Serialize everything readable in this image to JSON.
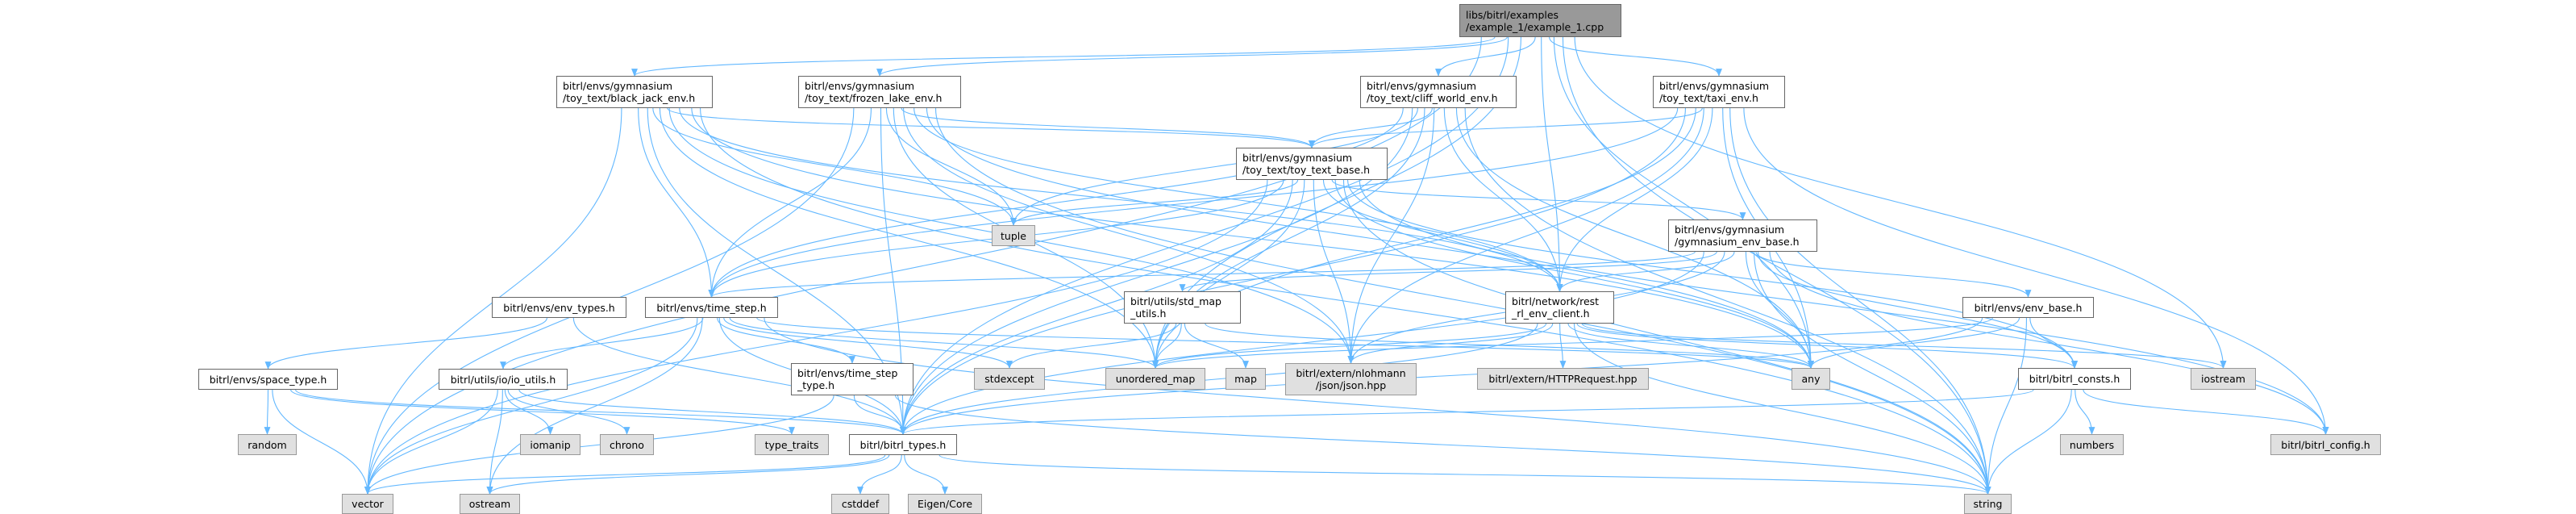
{
  "graph": {
    "title": "Include dependency graph for example_1.cpp",
    "colors": {
      "edge": "#63b8ff",
      "root_fill": "#999999",
      "internal_fill": "#ffffff",
      "external_fill": "#e0e0e0"
    },
    "nodes": [
      {
        "id": "example",
        "label": "libs/bitrl/examples\n/example_1/example_1.cpp",
        "kind": "root"
      },
      {
        "id": "black_jack",
        "label": "bitrl/envs/gymnasium\n/toy_text/black_jack_env.h",
        "kind": "internal"
      },
      {
        "id": "frozen_lake",
        "label": "bitrl/envs/gymnasium\n/toy_text/frozen_lake_env.h",
        "kind": "internal"
      },
      {
        "id": "cliff_world",
        "label": "bitrl/envs/gymnasium\n/toy_text/cliff_world_env.h",
        "kind": "internal"
      },
      {
        "id": "taxi",
        "label": "bitrl/envs/gymnasium\n/toy_text/taxi_env.h",
        "kind": "internal"
      },
      {
        "id": "toy_text_base",
        "label": "bitrl/envs/gymnasium\n/toy_text/toy_text_base.h",
        "kind": "internal"
      },
      {
        "id": "tuple",
        "label": "tuple",
        "kind": "external"
      },
      {
        "id": "gym_env_base",
        "label": "bitrl/envs/gymnasium\n/gymnasium_env_base.h",
        "kind": "internal"
      },
      {
        "id": "env_types",
        "label": "bitrl/envs/env_types.h",
        "kind": "internal"
      },
      {
        "id": "time_step",
        "label": "bitrl/envs/time_step.h",
        "kind": "internal"
      },
      {
        "id": "std_map_utils",
        "label": "bitrl/utils/std_map\n_utils.h",
        "kind": "internal"
      },
      {
        "id": "rl_env_client",
        "label": "bitrl/network/rest\n_rl_env_client.h",
        "kind": "internal"
      },
      {
        "id": "env_base",
        "label": "bitrl/envs/env_base.h",
        "kind": "internal"
      },
      {
        "id": "space_type",
        "label": "bitrl/envs/space_type.h",
        "kind": "internal"
      },
      {
        "id": "io_utils",
        "label": "bitrl/utils/io/io_utils.h",
        "kind": "internal"
      },
      {
        "id": "time_step_type",
        "label": "bitrl/envs/time_step\n_type.h",
        "kind": "internal"
      },
      {
        "id": "stdexcept",
        "label": "stdexcept",
        "kind": "external"
      },
      {
        "id": "unordered_map",
        "label": "unordered_map",
        "kind": "external"
      },
      {
        "id": "map",
        "label": "map",
        "kind": "external"
      },
      {
        "id": "json",
        "label": "bitrl/extern/nlohmann\n/json/json.hpp",
        "kind": "external"
      },
      {
        "id": "http",
        "label": "bitrl/extern/HTTPRequest.hpp",
        "kind": "external"
      },
      {
        "id": "any",
        "label": "any",
        "kind": "external"
      },
      {
        "id": "bitrl_consts",
        "label": "bitrl/bitrl_consts.h",
        "kind": "internal"
      },
      {
        "id": "iostream",
        "label": "iostream",
        "kind": "external"
      },
      {
        "id": "random",
        "label": "random",
        "kind": "external"
      },
      {
        "id": "iomanip",
        "label": "iomanip",
        "kind": "external"
      },
      {
        "id": "chrono",
        "label": "chrono",
        "kind": "external"
      },
      {
        "id": "type_traits",
        "label": "type_traits",
        "kind": "external"
      },
      {
        "id": "bitrl_types",
        "label": "bitrl/bitrl_types.h",
        "kind": "internal"
      },
      {
        "id": "numbers",
        "label": "numbers",
        "kind": "external"
      },
      {
        "id": "bitrl_config",
        "label": "bitrl/bitrl_config.h",
        "kind": "external"
      },
      {
        "id": "vector",
        "label": "vector",
        "kind": "external"
      },
      {
        "id": "ostream",
        "label": "ostream",
        "kind": "external"
      },
      {
        "id": "cstddef",
        "label": "cstddef",
        "kind": "external"
      },
      {
        "id": "eigen",
        "label": "Eigen/Core",
        "kind": "external"
      },
      {
        "id": "string",
        "label": "string",
        "kind": "external"
      }
    ],
    "edges": [
      [
        "example",
        "black_jack"
      ],
      [
        "example",
        "frozen_lake"
      ],
      [
        "example",
        "cliff_world"
      ],
      [
        "example",
        "taxi"
      ],
      [
        "example",
        "rl_env_client"
      ],
      [
        "example",
        "any"
      ],
      [
        "example",
        "iostream"
      ],
      [
        "example",
        "string"
      ],
      [
        "example",
        "bitrl_types"
      ],
      [
        "example",
        "unordered_map"
      ],
      [
        "example",
        "vector"
      ],
      [
        "black_jack",
        "toy_text_base"
      ],
      [
        "black_jack",
        "time_step"
      ],
      [
        "black_jack",
        "tuple"
      ],
      [
        "black_jack",
        "vector"
      ],
      [
        "black_jack",
        "string"
      ],
      [
        "black_jack",
        "bitrl_types"
      ],
      [
        "black_jack",
        "unordered_map"
      ],
      [
        "black_jack",
        "json"
      ],
      [
        "black_jack",
        "any"
      ],
      [
        "black_jack",
        "rl_env_client"
      ],
      [
        "frozen_lake",
        "toy_text_base"
      ],
      [
        "frozen_lake",
        "time_step"
      ],
      [
        "frozen_lake",
        "tuple"
      ],
      [
        "frozen_lake",
        "vector"
      ],
      [
        "frozen_lake",
        "string"
      ],
      [
        "frozen_lake",
        "bitrl_types"
      ],
      [
        "frozen_lake",
        "unordered_map"
      ],
      [
        "frozen_lake",
        "json"
      ],
      [
        "frozen_lake",
        "any"
      ],
      [
        "frozen_lake",
        "rl_env_client"
      ],
      [
        "cliff_world",
        "toy_text_base"
      ],
      [
        "cliff_world",
        "time_step"
      ],
      [
        "cliff_world",
        "tuple"
      ],
      [
        "cliff_world",
        "json"
      ],
      [
        "cliff_world",
        "rl_env_client"
      ],
      [
        "cliff_world",
        "any"
      ],
      [
        "cliff_world",
        "string"
      ],
      [
        "cliff_world",
        "unordered_map"
      ],
      [
        "cliff_world",
        "bitrl_types"
      ],
      [
        "taxi",
        "toy_text_base"
      ],
      [
        "taxi",
        "rl_env_client"
      ],
      [
        "taxi",
        "any"
      ],
      [
        "taxi",
        "json"
      ],
      [
        "taxi",
        "string"
      ],
      [
        "taxi",
        "bitrl_config"
      ],
      [
        "taxi",
        "bitrl_types"
      ],
      [
        "taxi",
        "unordered_map"
      ],
      [
        "taxi",
        "time_step"
      ],
      [
        "toy_text_base",
        "gym_env_base"
      ],
      [
        "toy_text_base",
        "rl_env_client"
      ],
      [
        "toy_text_base",
        "tuple"
      ],
      [
        "toy_text_base",
        "json"
      ],
      [
        "toy_text_base",
        "unordered_map"
      ],
      [
        "toy_text_base",
        "time_step"
      ],
      [
        "toy_text_base",
        "any"
      ],
      [
        "toy_text_base",
        "string"
      ],
      [
        "toy_text_base",
        "bitrl_config"
      ],
      [
        "toy_text_base",
        "bitrl_types"
      ],
      [
        "toy_text_base",
        "bitrl_consts"
      ],
      [
        "toy_text_base",
        "vector"
      ],
      [
        "gym_env_base",
        "env_base"
      ],
      [
        "gym_env_base",
        "rl_env_client"
      ],
      [
        "gym_env_base",
        "std_map_utils"
      ],
      [
        "gym_env_base",
        "any"
      ],
      [
        "gym_env_base",
        "json"
      ],
      [
        "gym_env_base",
        "bitrl_types"
      ],
      [
        "gym_env_base",
        "string"
      ],
      [
        "gym_env_base",
        "bitrl_config"
      ],
      [
        "gym_env_base",
        "bitrl_consts"
      ],
      [
        "gym_env_base",
        "time_step"
      ],
      [
        "rl_env_client",
        "http"
      ],
      [
        "rl_env_client",
        "json"
      ],
      [
        "rl_env_client",
        "any"
      ],
      [
        "rl_env_client",
        "string"
      ],
      [
        "rl_env_client",
        "bitrl_types"
      ],
      [
        "rl_env_client",
        "unordered_map"
      ],
      [
        "rl_env_client",
        "bitrl_consts"
      ],
      [
        "rl_env_client",
        "iostream"
      ],
      [
        "std_map_utils",
        "unordered_map"
      ],
      [
        "std_map_utils",
        "map"
      ],
      [
        "std_map_utils",
        "stdexcept"
      ],
      [
        "std_map_utils",
        "any"
      ],
      [
        "env_base",
        "any"
      ],
      [
        "env_base",
        "bitrl_consts"
      ],
      [
        "env_base",
        "string"
      ],
      [
        "env_base",
        "bitrl_types"
      ],
      [
        "env_base",
        "unordered_map"
      ],
      [
        "env_types",
        "space_type"
      ],
      [
        "env_types",
        "bitrl_types"
      ],
      [
        "time_step",
        "io_utils"
      ],
      [
        "time_step",
        "time_step_type"
      ],
      [
        "time_step",
        "bitrl_types"
      ],
      [
        "time_step",
        "vector"
      ],
      [
        "time_step",
        "ostream"
      ],
      [
        "time_step",
        "any"
      ],
      [
        "time_step",
        "stdexcept"
      ],
      [
        "time_step",
        "unordered_map"
      ],
      [
        "time_step",
        "string"
      ],
      [
        "space_type",
        "random"
      ],
      [
        "space_type",
        "vector"
      ],
      [
        "space_type",
        "bitrl_types"
      ],
      [
        "space_type",
        "type_traits"
      ],
      [
        "io_utils",
        "iomanip"
      ],
      [
        "io_utils",
        "chrono"
      ],
      [
        "io_utils",
        "ostream"
      ],
      [
        "io_utils",
        "vector"
      ],
      [
        "io_utils",
        "bitrl_types"
      ],
      [
        "time_step_type",
        "bitrl_types"
      ],
      [
        "time_step_type",
        "vector"
      ],
      [
        "time_step_type",
        "string"
      ],
      [
        "bitrl_types",
        "cstddef"
      ],
      [
        "bitrl_types",
        "eigen"
      ],
      [
        "bitrl_types",
        "vector"
      ],
      [
        "bitrl_types",
        "ostream"
      ],
      [
        "bitrl_types",
        "string"
      ],
      [
        "bitrl_consts",
        "numbers"
      ],
      [
        "bitrl_consts",
        "bitrl_config"
      ],
      [
        "bitrl_consts",
        "string"
      ],
      [
        "bitrl_consts",
        "bitrl_types"
      ]
    ]
  }
}
